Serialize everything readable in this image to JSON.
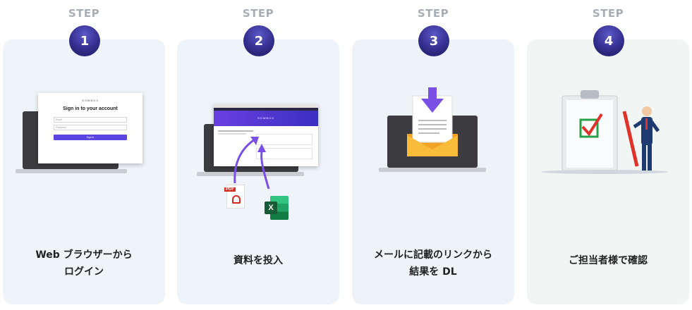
{
  "steps": [
    {
      "label": "STEP",
      "number": "1",
      "caption_line1": "Web ブラウザーから",
      "caption_line2": "ログイン",
      "card_color": "#eff4f9",
      "screen": {
        "brand": "SOWBOX",
        "title": "Sign in to your account",
        "email_placeholder": "Email",
        "password_placeholder": "Password",
        "button": "Sign in"
      }
    },
    {
      "label": "STEP",
      "number": "2",
      "caption_line1": "資料を投入",
      "card_color": "#eef4f9",
      "screen": {
        "brand": "SOWBOX"
      },
      "file_icons": {
        "pdf": "PDF",
        "excel": "X"
      }
    },
    {
      "label": "STEP",
      "number": "3",
      "caption_line1": "メールに記載のリンクから",
      "caption_line2": "結果を DL",
      "card_color": "#eef3f8"
    },
    {
      "label": "STEP",
      "number": "4",
      "caption_line1": "ご担当者様で確認",
      "card_color": "#f1f5f4"
    }
  ]
}
